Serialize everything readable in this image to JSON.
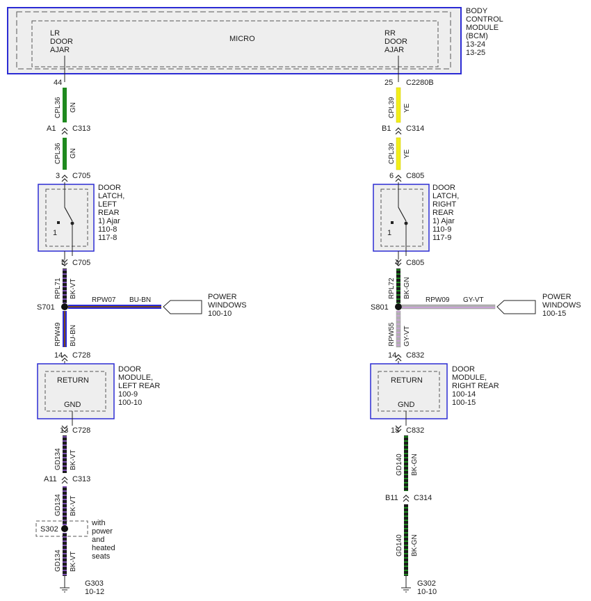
{
  "bcm": {
    "title": [
      "BODY",
      "CONTROL",
      "MODULE",
      "(BCM)",
      "13-24",
      "13-25"
    ],
    "micro": "MICRO",
    "lr": [
      "LR",
      "DOOR",
      "AJAR"
    ],
    "rr": [
      "RR",
      "DOOR",
      "AJAR"
    ]
  },
  "left": {
    "pin_bcm": "44",
    "wire1_circuit": "CPL36",
    "wire1_color": "GN",
    "c313_pin": "A1",
    "c313": "C313",
    "wire2_circuit": "CPL36",
    "wire2_color": "GN",
    "c705_top_pin": "3",
    "c705_top": "C705",
    "latch_title": [
      "DOOR",
      "LATCH,",
      "LEFT",
      "REAR"
    ],
    "latch_sub": [
      " 1) Ajar",
      "110-8",
      "117-8"
    ],
    "latch_num": "1",
    "c705_bot_pin": "5",
    "c705_bot": "C705",
    "wire3_circuit": "RPL71",
    "wire3_color": "BK-VT",
    "splice": "S701",
    "branch_circuit": "RPW07",
    "branch_color": "BU-BN",
    "power": [
      "POWER",
      "WINDOWS",
      "100-10"
    ],
    "wire4_circuit": "RPW49",
    "wire4_color": "BU-BN",
    "c728_top_pin": "14",
    "c728_top": "C728",
    "module_title": [
      "DOOR",
      "MODULE,",
      "LEFT REAR",
      "100-9",
      "100-10"
    ],
    "return": "RETURN",
    "gnd": "GND",
    "c728_bot_pin": "13",
    "c728_bot": "C728",
    "wire5_circuit": "GD134",
    "wire5_color": "BK-VT",
    "c313b_pin": "A11",
    "c313b": "C313",
    "wire6_circuit": "GD134",
    "wire6_color": "BK-VT",
    "s302": "S302",
    "s302_note": [
      "with",
      "power",
      "and",
      "heated",
      "seats"
    ],
    "wire7_circuit": "GD134",
    "wire7_color": "BK-VT",
    "ground": "G303",
    "ground_ref": "10-12"
  },
  "right": {
    "pin_bcm": "25",
    "conn_bcm": "C2280B",
    "wire1_circuit": "CPL39",
    "wire1_color": "YE",
    "c314_pin": "B1",
    "c314": "C314",
    "wire2_circuit": "CPL39",
    "wire2_color": "YE",
    "c805_top_pin": "6",
    "c805_top": "C805",
    "latch_title": [
      "DOOR",
      "LATCH,",
      "RIGHT",
      "REAR"
    ],
    "latch_sub": [
      " 1) Ajar",
      "110-9",
      "117-9"
    ],
    "latch_num": "1",
    "c805_bot_pin": "4",
    "c805_bot": "C805",
    "wire3_circuit": "RPL72",
    "wire3_color": "BK-GN",
    "splice": "S801",
    "branch_circuit": "RPW09",
    "branch_color": "GY-VT",
    "power": [
      "POWER",
      "WINDOWS",
      "100-15"
    ],
    "wire4_circuit": "RPW55",
    "wire4_color": "GY-VT",
    "c832_top_pin": "14",
    "c832_top": "C832",
    "module_title": [
      "DOOR",
      "MODULE,",
      "RIGHT REAR",
      "100-14",
      "100-15"
    ],
    "return": "RETURN",
    "gnd": "GND",
    "c832_bot_pin": "13",
    "c832_bot": "C832",
    "wire5_circuit": "GD140",
    "wire5_color": "BK-GN",
    "c314b_pin": "B11",
    "c314b": "C314",
    "wire6_circuit": "GD140",
    "wire6_color": "BK-GN",
    "ground": "G302",
    "ground_ref": "10-10"
  },
  "colors": {
    "module_border": "#2b2bd4",
    "module_fill": "#eeeeee",
    "green": "#1f8a1f",
    "yellow": "#f2ee1a",
    "black": "#1b1b1b",
    "violet": "#7a4fb0",
    "blue": "#2a2ad8",
    "brown": "#7a4a1c",
    "gray": "#9a9a9a",
    "light_violet": "#c9a3d6"
  }
}
